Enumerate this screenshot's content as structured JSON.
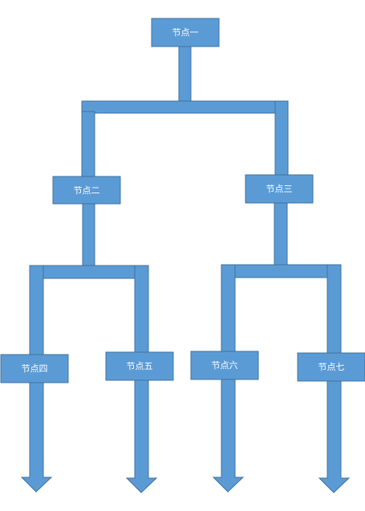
{
  "diagram": {
    "nodes": {
      "n1": "节点一",
      "n2": "节点二",
      "n3": "节点三",
      "n4": "节点四",
      "n5": "节点五",
      "n6": "节点六",
      "n7": "节点七"
    },
    "edges": [
      {
        "from": "n1",
        "to": "n2"
      },
      {
        "from": "n1",
        "to": "n3"
      },
      {
        "from": "n2",
        "to": "n4"
      },
      {
        "from": "n2",
        "to": "n5"
      },
      {
        "from": "n3",
        "to": "n6"
      },
      {
        "from": "n3",
        "to": "n7"
      }
    ],
    "colors": {
      "fill": "#5b9bd5",
      "stroke": "#41719c",
      "text": "#ffffff"
    }
  }
}
